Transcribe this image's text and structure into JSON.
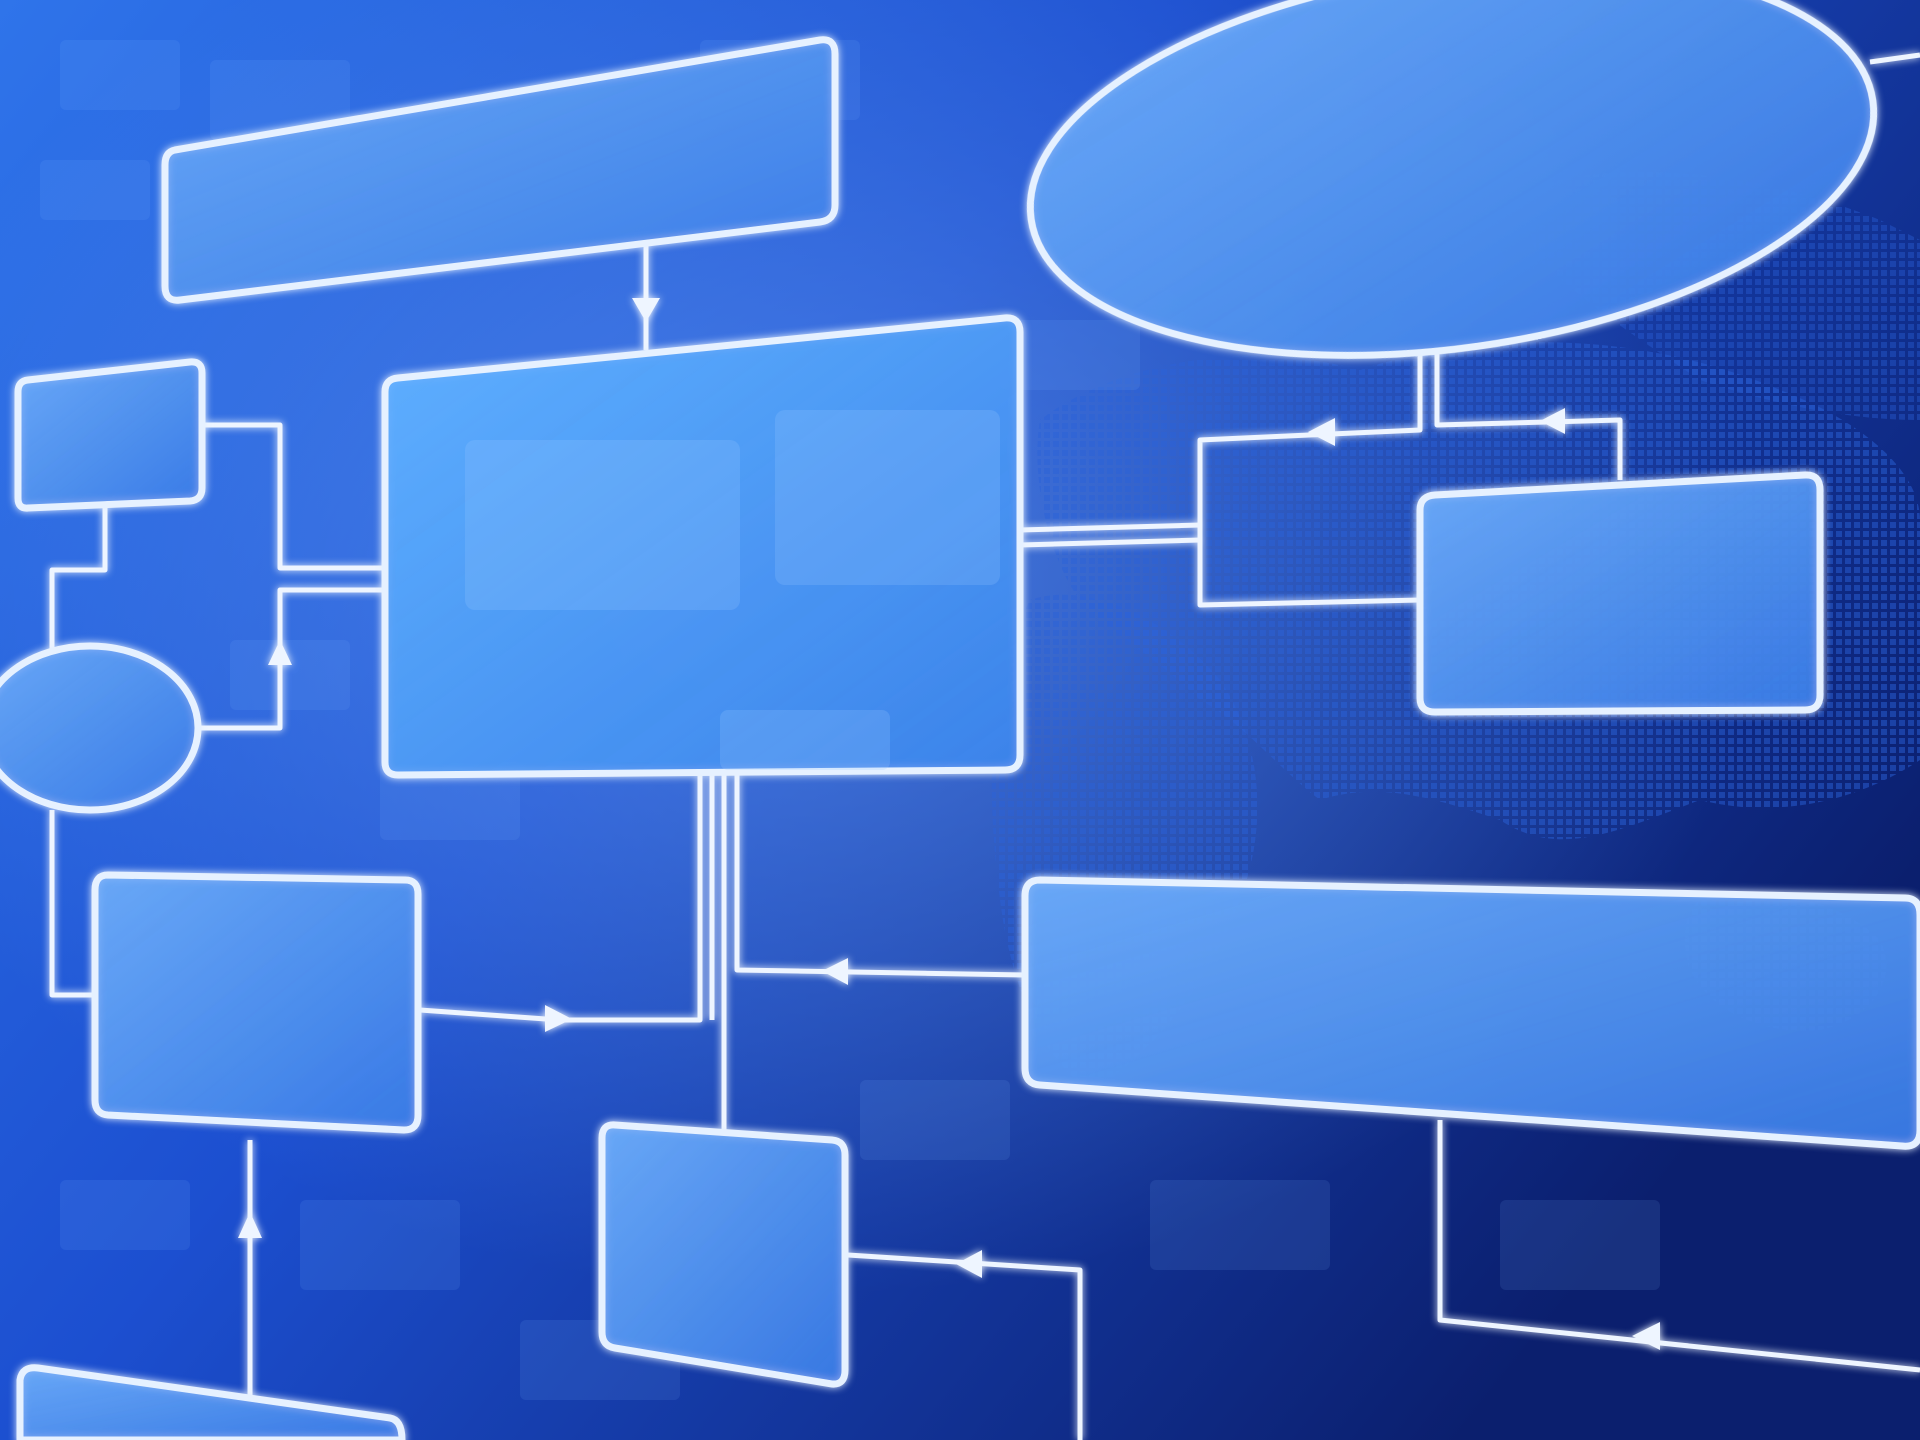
{
  "diagram": {
    "type": "flowchart",
    "node_count": 12,
    "background_motif": "world-map",
    "colors": {
      "background_light": "#2f74ea",
      "background_dark": "#0b1f6e",
      "node_fill": "#4f95f0",
      "node_border": "#e6f1ff",
      "connector": "#eef5ff"
    }
  }
}
